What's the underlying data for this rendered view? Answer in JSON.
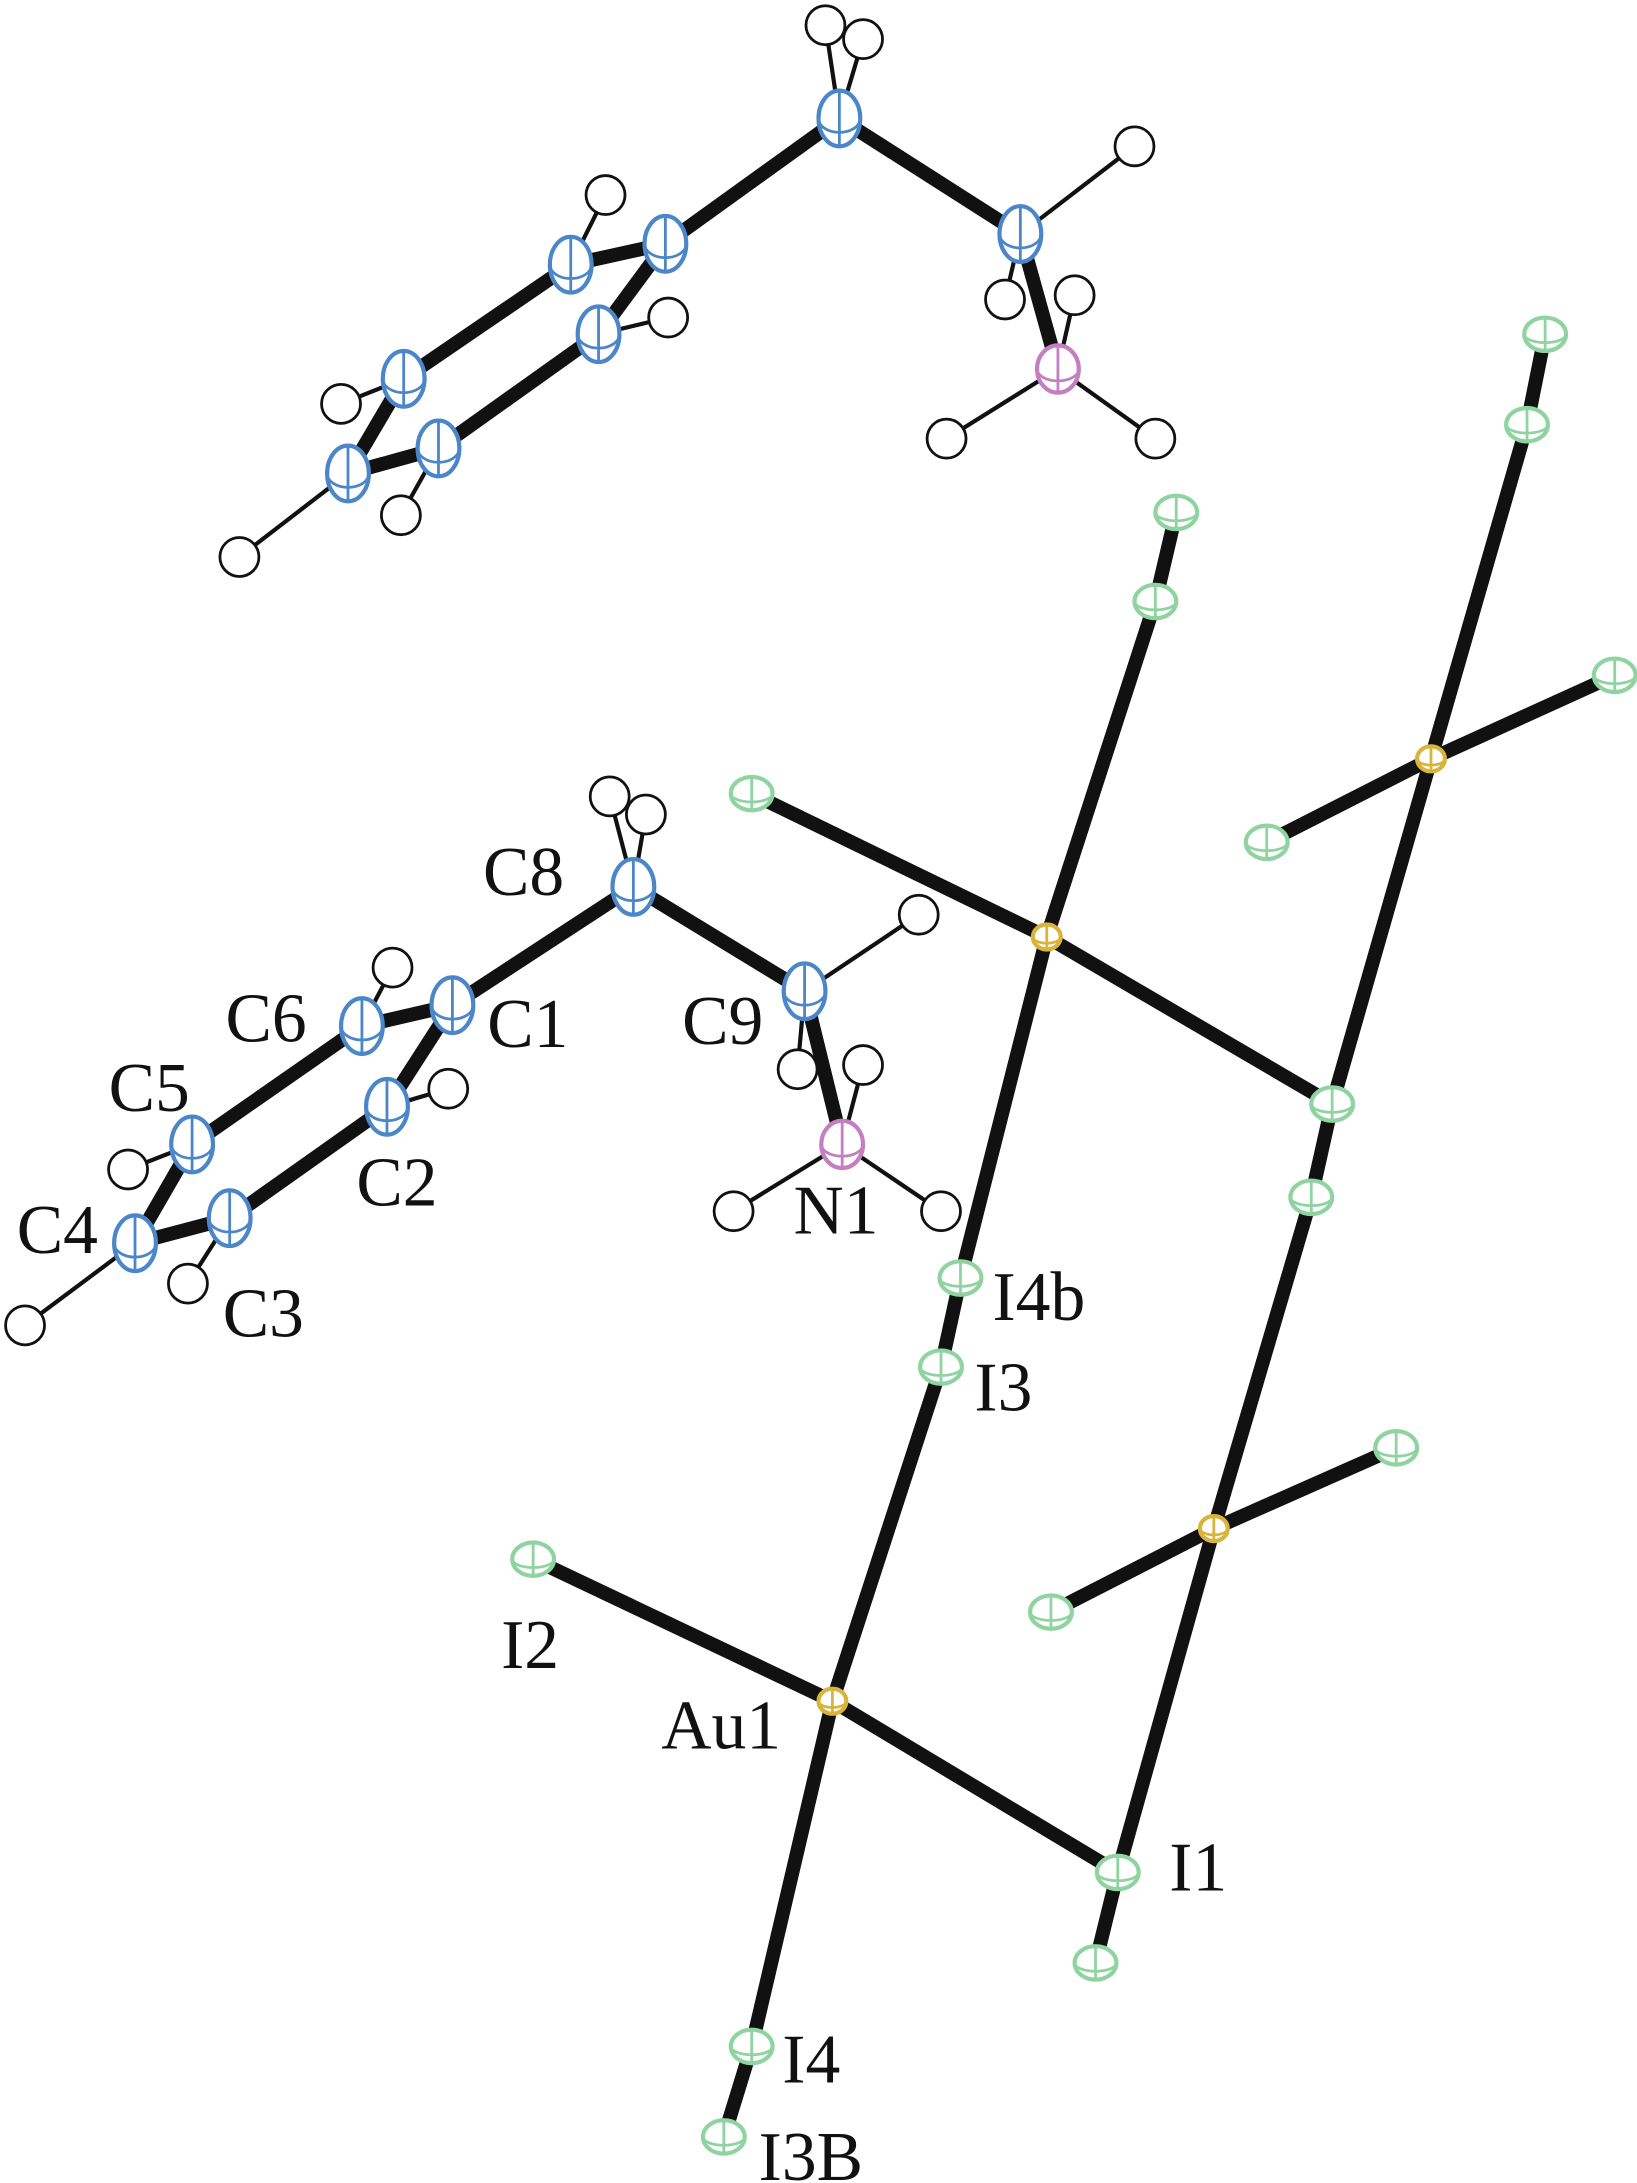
{
  "title": "Crystal structure (ORTEP) of gold iodide complex with phenethylammonium cation",
  "labels": {
    "C1": "C1",
    "C2": "C2",
    "C3": "C3",
    "C4": "C4",
    "C5": "C5",
    "C6": "C6",
    "C8": "C8",
    "C9": "C9",
    "N1": "N1",
    "Au1": "Au1",
    "I1": "I1",
    "I2": "I2",
    "I3": "I3",
    "I4": "I4",
    "I4b": "I4b",
    "I3B": "I3B"
  },
  "colors": {
    "carbon": "#4a86c8",
    "nitrogen": "#c47fc0",
    "iodine": "#8fd4a0",
    "gold": "#d9b43a",
    "hydrogen": "#ffffff",
    "bond": "#111111"
  }
}
